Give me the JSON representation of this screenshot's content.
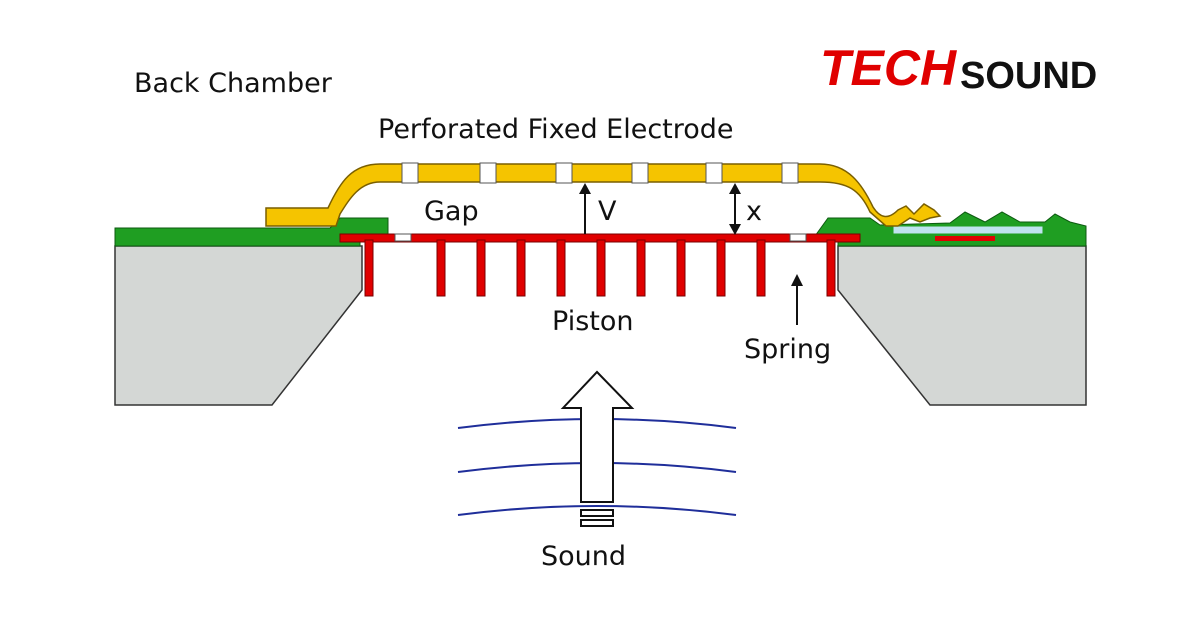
{
  "diagram": {
    "labels": {
      "back_chamber": "Back Chamber",
      "electrode": "Perforated Fixed Electrode",
      "gap": "Gap",
      "voltage": "V",
      "displacement": "x",
      "piston": "Piston",
      "spring": "Spring",
      "sound": "Sound"
    },
    "colors": {
      "electrode": "#f5c400",
      "piston": "#e00000",
      "membrane_layer": "#1f9e22",
      "substrate": "#d4d7d5",
      "sound_waves": "#1f2e9a",
      "insulator": "#bfe3ef"
    }
  },
  "logo": {
    "text_part1": "TECH",
    "text_part2": "SOUND",
    "colors": {
      "part1": "#e00000",
      "part2": "#111111"
    }
  }
}
